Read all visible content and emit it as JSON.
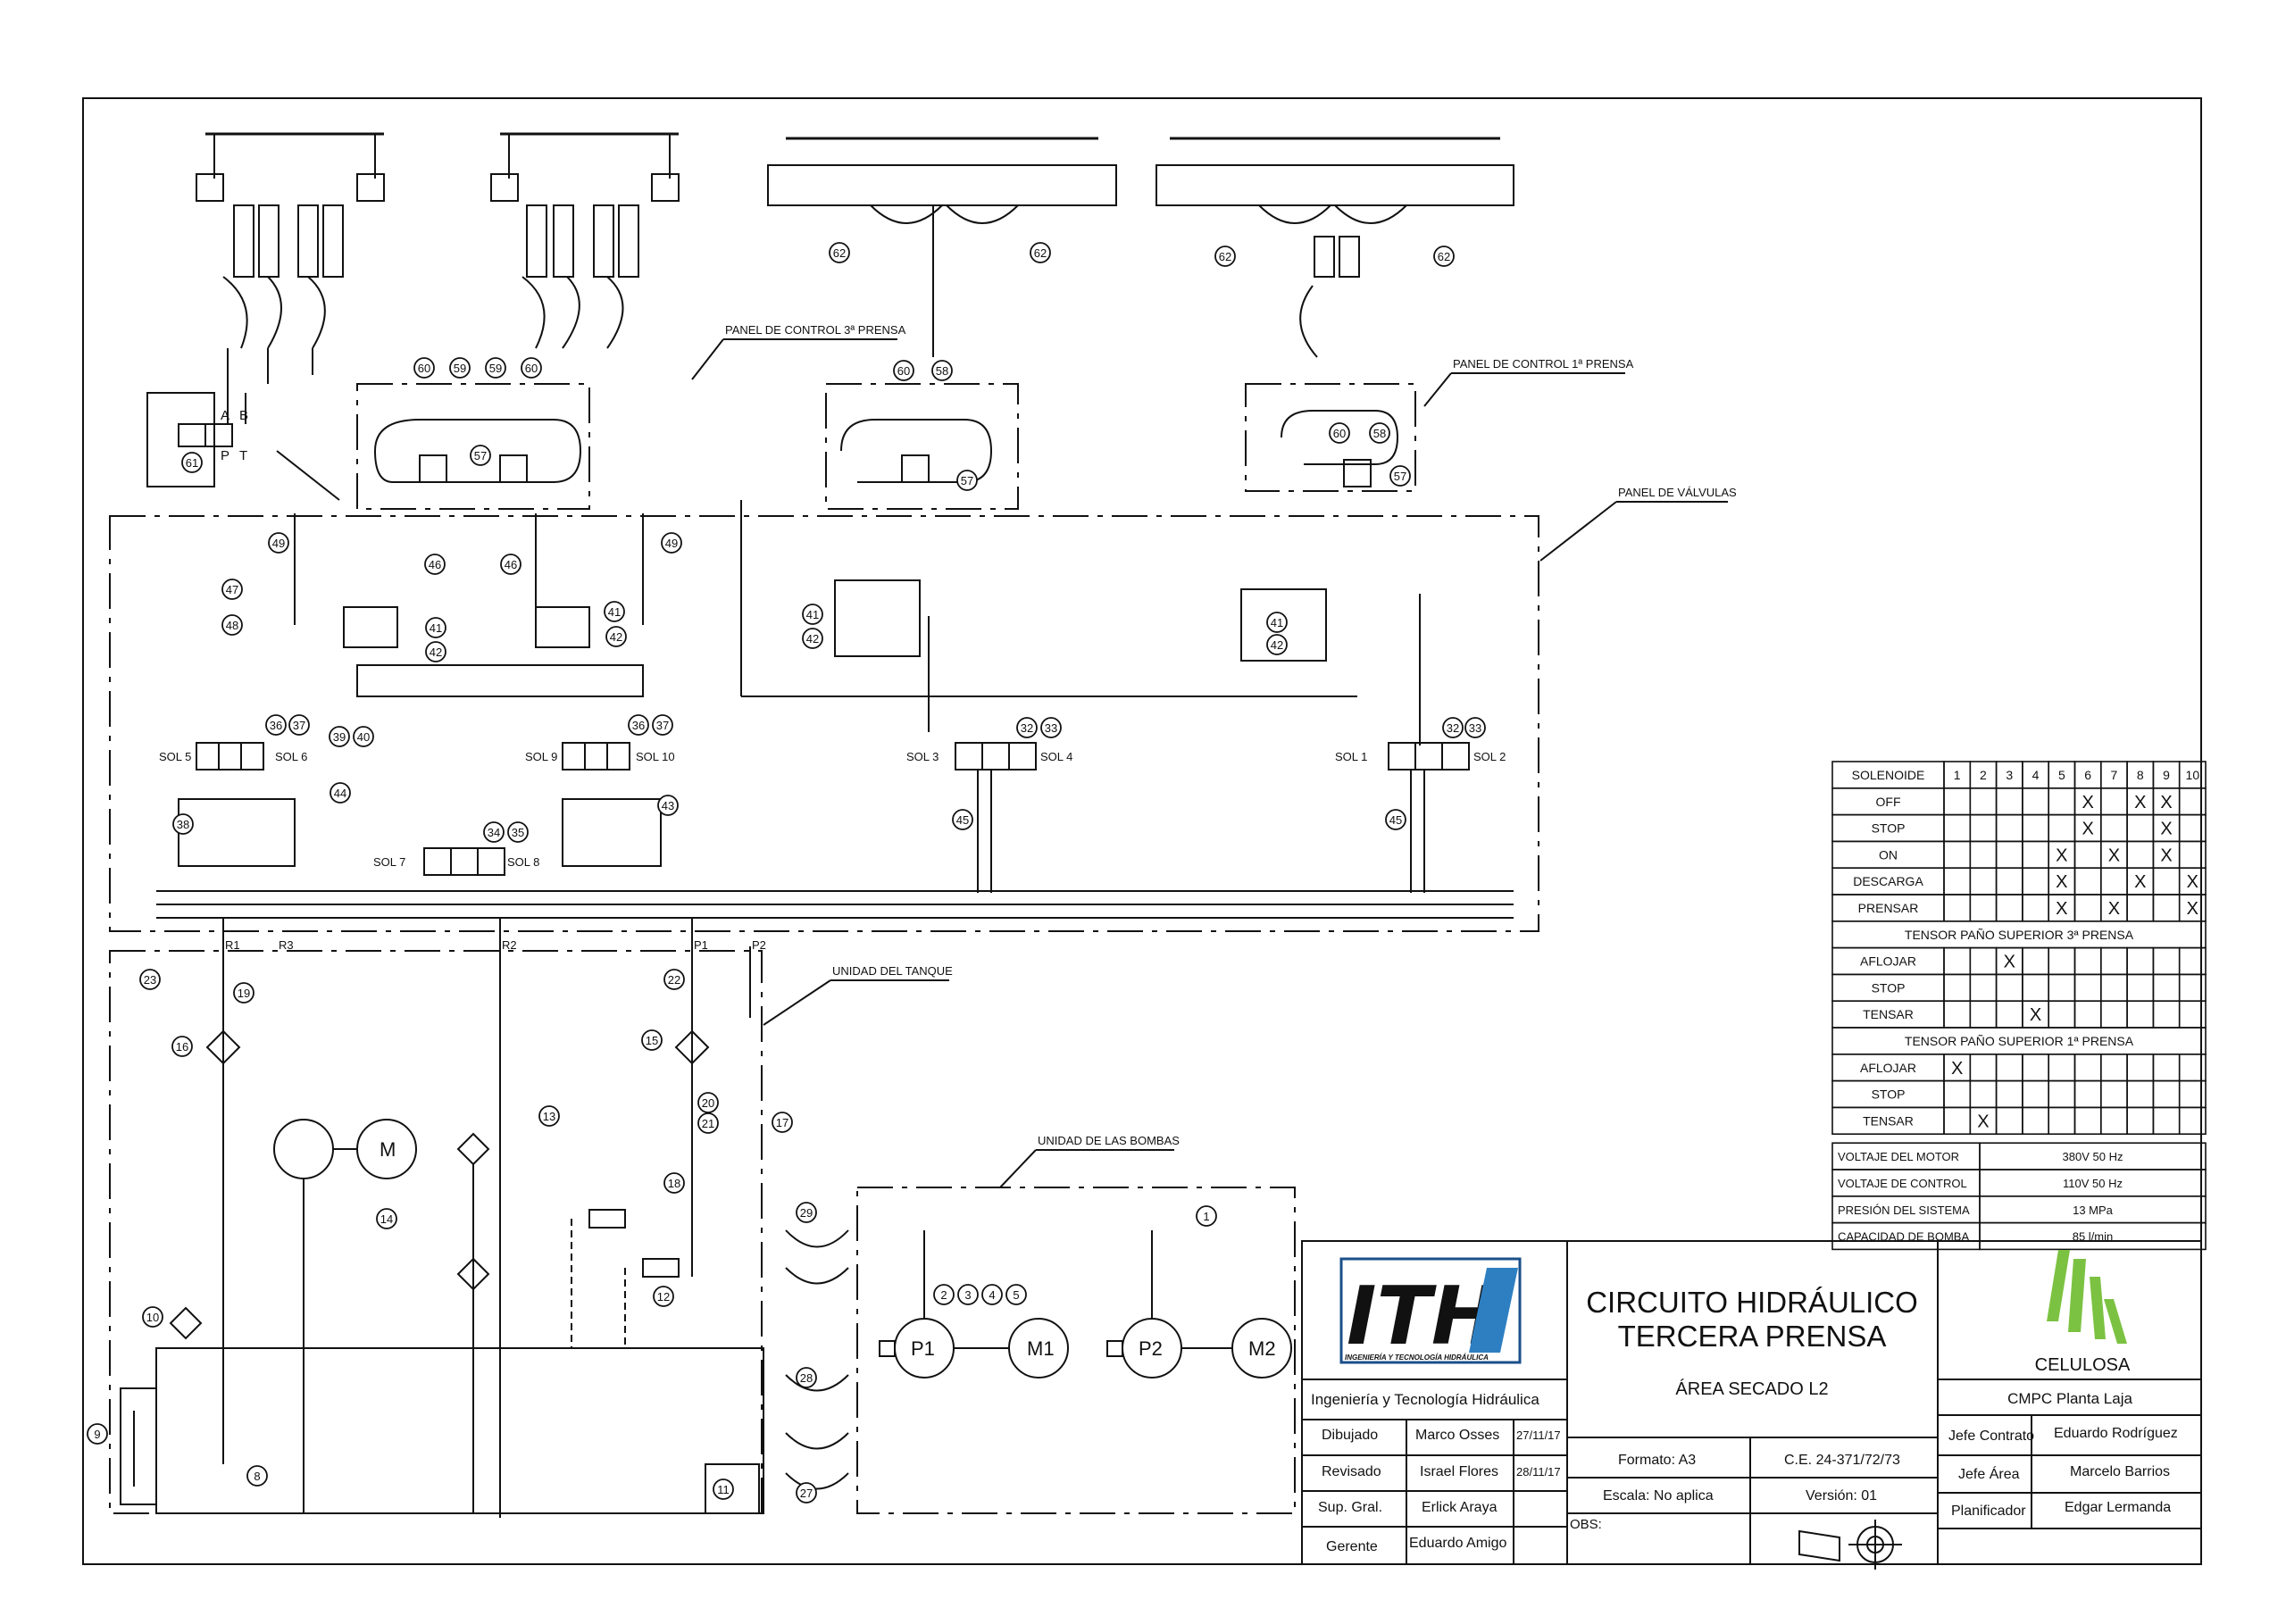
{
  "drawing": {
    "labels": {
      "panel_3ra": "PANEL DE CONTROL 3ª PRENSA",
      "panel_1ra": "PANEL DE CONTROL 1ª PRENSA",
      "panel_valvulas": "PANEL DE VÁLVULAS",
      "unidad_tanque": "UNIDAD DEL TANQUE",
      "unidad_bombas": "UNIDAD DE LAS BOMBAS"
    },
    "solenoids": [
      "SOL 5",
      "SOL 6",
      "SOL 9",
      "SOL 10",
      "SOL 3",
      "SOL 4",
      "SOL 1",
      "SOL 2",
      "SOL 7",
      "SOL 8"
    ],
    "machines": [
      "M",
      "M1",
      "M2",
      "P1",
      "P2"
    ],
    "ports": [
      "A",
      "B",
      "P",
      "T",
      "R1",
      "R3",
      "R2",
      "P1",
      "P2"
    ],
    "bubbles": [
      "62",
      "62",
      "62",
      "62",
      "60",
      "59",
      "59",
      "60",
      "60",
      "58",
      "60",
      "58",
      "57",
      "57",
      "57",
      "61",
      "49",
      "49",
      "46",
      "46",
      "47",
      "48",
      "41",
      "42",
      "41",
      "42",
      "41",
      "42",
      "41",
      "42",
      "36",
      "37",
      "36",
      "37",
      "32",
      "33",
      "32",
      "33",
      "39",
      "40",
      "44",
      "38",
      "43",
      "34",
      "35",
      "45",
      "45",
      "23",
      "19",
      "16",
      "22",
      "15",
      "20",
      "21",
      "17",
      "13",
      "18",
      "14",
      "29",
      "1",
      "12",
      "2",
      "3",
      "4",
      "5",
      "10",
      "9",
      "8",
      "28",
      "11",
      "27"
    ]
  },
  "control_table": {
    "header_label": "SOLENOIDE",
    "columns": [
      "1",
      "2",
      "3",
      "4",
      "5",
      "6",
      "7",
      "8",
      "9",
      "10"
    ],
    "rows": [
      {
        "label": "OFF",
        "marks": [
          6,
          8,
          9
        ]
      },
      {
        "label": "STOP",
        "marks": [
          6,
          9
        ]
      },
      {
        "label": "ON",
        "marks": [
          5,
          7,
          9
        ]
      },
      {
        "label": "DESCARGA",
        "marks": [
          5,
          8,
          10
        ]
      },
      {
        "label": "PRENSAR",
        "marks": [
          5,
          7,
          10
        ]
      }
    ],
    "section_3ra": "TENSOR PAÑO SUPERIOR 3ª PRENSA",
    "rows_3ra": [
      {
        "label": "AFLOJAR",
        "marks": [
          3
        ]
      },
      {
        "label": "STOP",
        "marks": []
      },
      {
        "label": "TENSAR",
        "marks": [
          4
        ]
      }
    ],
    "section_1ra": "TENSOR PAÑO SUPERIOR 1ª PRENSA",
    "rows_1ra": [
      {
        "label": "AFLOJAR",
        "marks": [
          1
        ]
      },
      {
        "label": "STOP",
        "marks": []
      },
      {
        "label": "TENSAR",
        "marks": [
          2
        ]
      }
    ],
    "mark_symbol": "X",
    "specs": [
      {
        "label": "VOLTAJE DEL MOTOR",
        "value": "380V 50 Hz"
      },
      {
        "label": "VOLTAJE DE CONTROL",
        "value": "110V 50 Hz"
      },
      {
        "label": "PRESIÓN DEL SISTEMA",
        "value": "13 MPa"
      },
      {
        "label": "CAPACIDAD DE BOMBA",
        "value": "85 l/min"
      }
    ]
  },
  "title_block": {
    "company_logo": "ITH",
    "logo_tagline": "INGENIERÍA Y TECNOLOGÍA HIDRÁULICA",
    "company_name": "Ingeniería y Tecnología Hidráulica",
    "title_line1": "CIRCUITO HIDRÁULICO",
    "title_line2": "TERCERA PRENSA",
    "subtitle": "ÁREA SECADO L2",
    "client_logo": "CELULOSA",
    "client_name": "CMPC Planta Laja",
    "people": [
      {
        "role": "Dibujado",
        "name": "Marco Osses",
        "date": "27/11/17"
      },
      {
        "role": "Revisado",
        "name": "Israel Flores",
        "date": "28/11/17"
      },
      {
        "role": "Sup. Gral.",
        "name": "Erlick Araya",
        "date": ""
      },
      {
        "role": "Gerente",
        "name": "Eduardo Amigo",
        "date": ""
      }
    ],
    "formato": "Formato: A3",
    "ce": "C.E. 24-371/72/73",
    "escala": "Escala: No aplica",
    "version": "Versión: 01",
    "obs": "OBS:",
    "client_people": [
      {
        "role": "Jefe Contrato",
        "name": "Eduardo Rodríguez"
      },
      {
        "role": "Jefe Área",
        "name": "Marcelo Barrios"
      },
      {
        "role": "Planificador",
        "name": "Edgar Lermanda"
      }
    ]
  }
}
